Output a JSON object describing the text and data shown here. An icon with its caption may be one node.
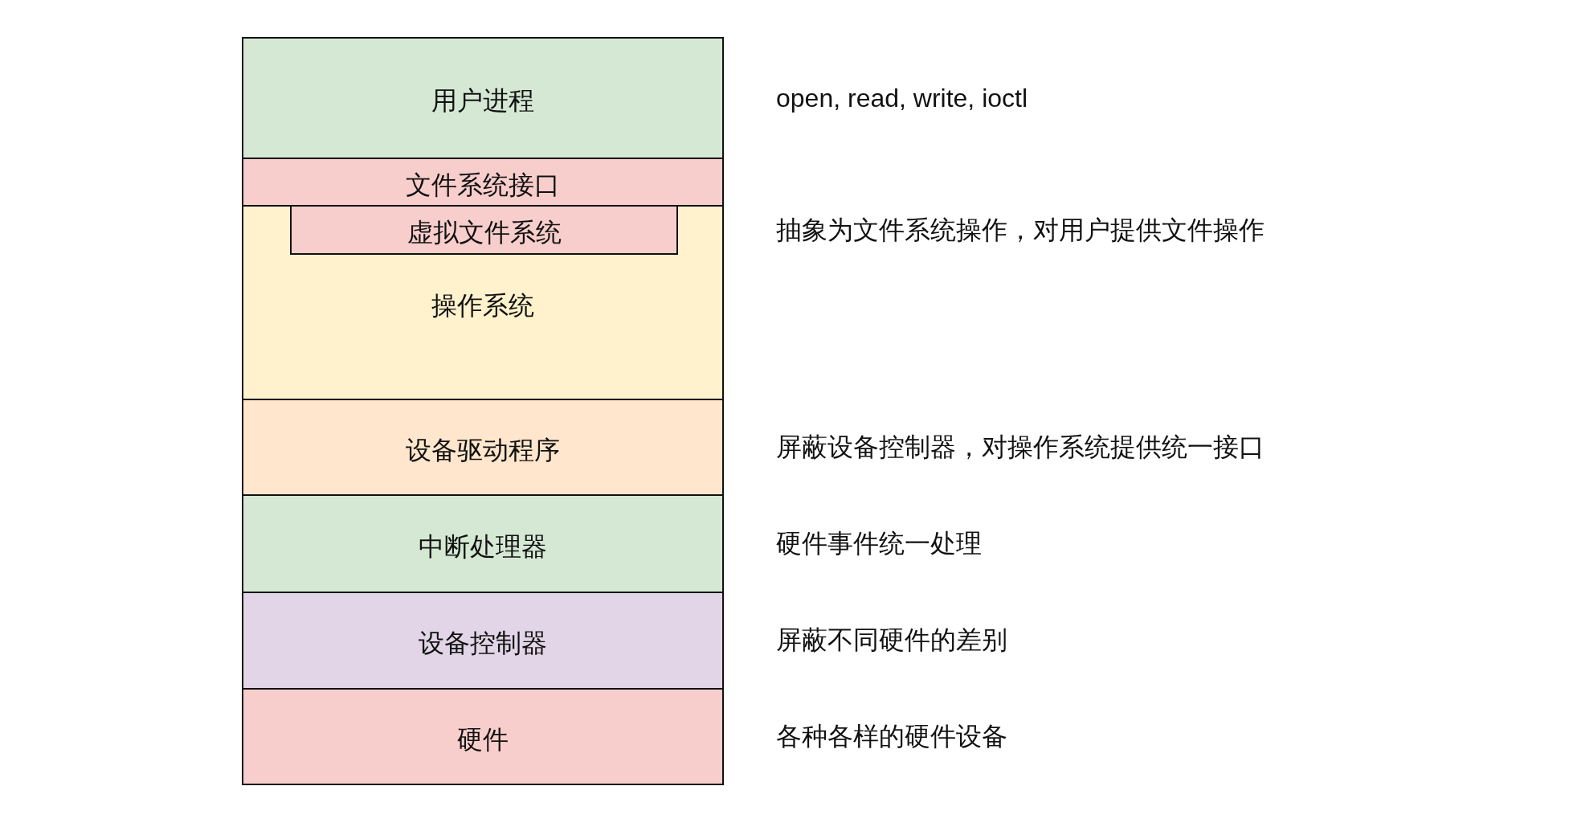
{
  "diagram": {
    "nodes": [
      {
        "text": [
          "用户进程"
        ],
        "beside": [
          "open, read, write, ioctl"
        ]
      },
      {
        "text": [
          "文件系统接口"
        ]
      },
      {
        "text": [
          "操作系统"
        ]
      },
      {
        "text": [
          "虚拟文件系统"
        ],
        "in": 2
      },
      {
        "text": [
          "设备驱动程序"
        ],
        "beside": [
          "屏蔽设备控制器，对操作系统提供统一接口"
        ]
      },
      {
        "text": [
          "中断处理器"
        ],
        "beside": [
          "硬件事件统一处理"
        ]
      },
      {
        "text": [
          "设备控制器"
        ],
        "beside": [
          "屏蔽不同硬件的差别"
        ]
      },
      {
        "text": [
          "硬件"
        ],
        "beside": [
          "各种各样的硬件设备"
        ]
      }
    ],
    "labels": [
      "抽象为文件系统操作，对用户提供文件操作"
    ]
  }
}
